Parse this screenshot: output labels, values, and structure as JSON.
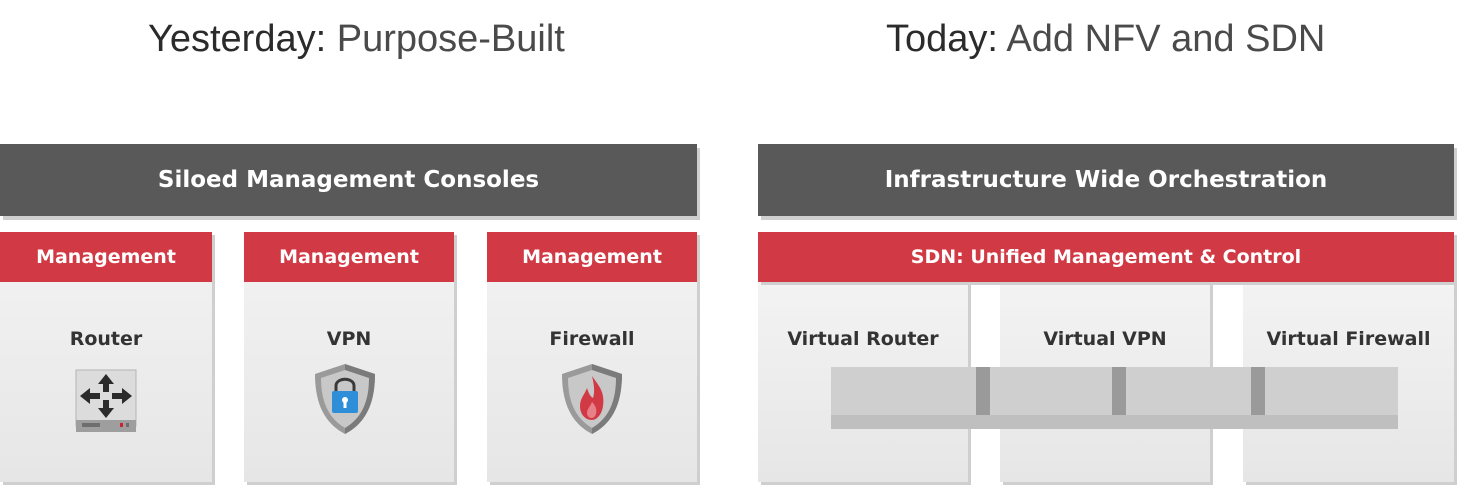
{
  "left": {
    "title_bold": "Yesterday:",
    "title_light": " Purpose-Built",
    "bar": "Siloed Management Consoles",
    "columns": [
      {
        "header": "Management",
        "label": "Router",
        "icon": "router-icon"
      },
      {
        "header": "Management",
        "label": "VPN",
        "icon": "lock-shield-icon"
      },
      {
        "header": "Management",
        "label": "Firewall",
        "icon": "flame-shield-icon"
      }
    ]
  },
  "right": {
    "title_bold": "Today:",
    "title_light": " Add NFV and SDN",
    "bar": "Infrastructure Wide Orchestration",
    "sdn": "SDN: Unified Management & Control",
    "columns": [
      {
        "label": "Virtual Router"
      },
      {
        "label": "Virtual VPN"
      },
      {
        "label": "Virtual Firewall"
      }
    ]
  },
  "colors": {
    "bar": "#595959",
    "accent": "#d13a44",
    "panel": "#eeeeee"
  }
}
